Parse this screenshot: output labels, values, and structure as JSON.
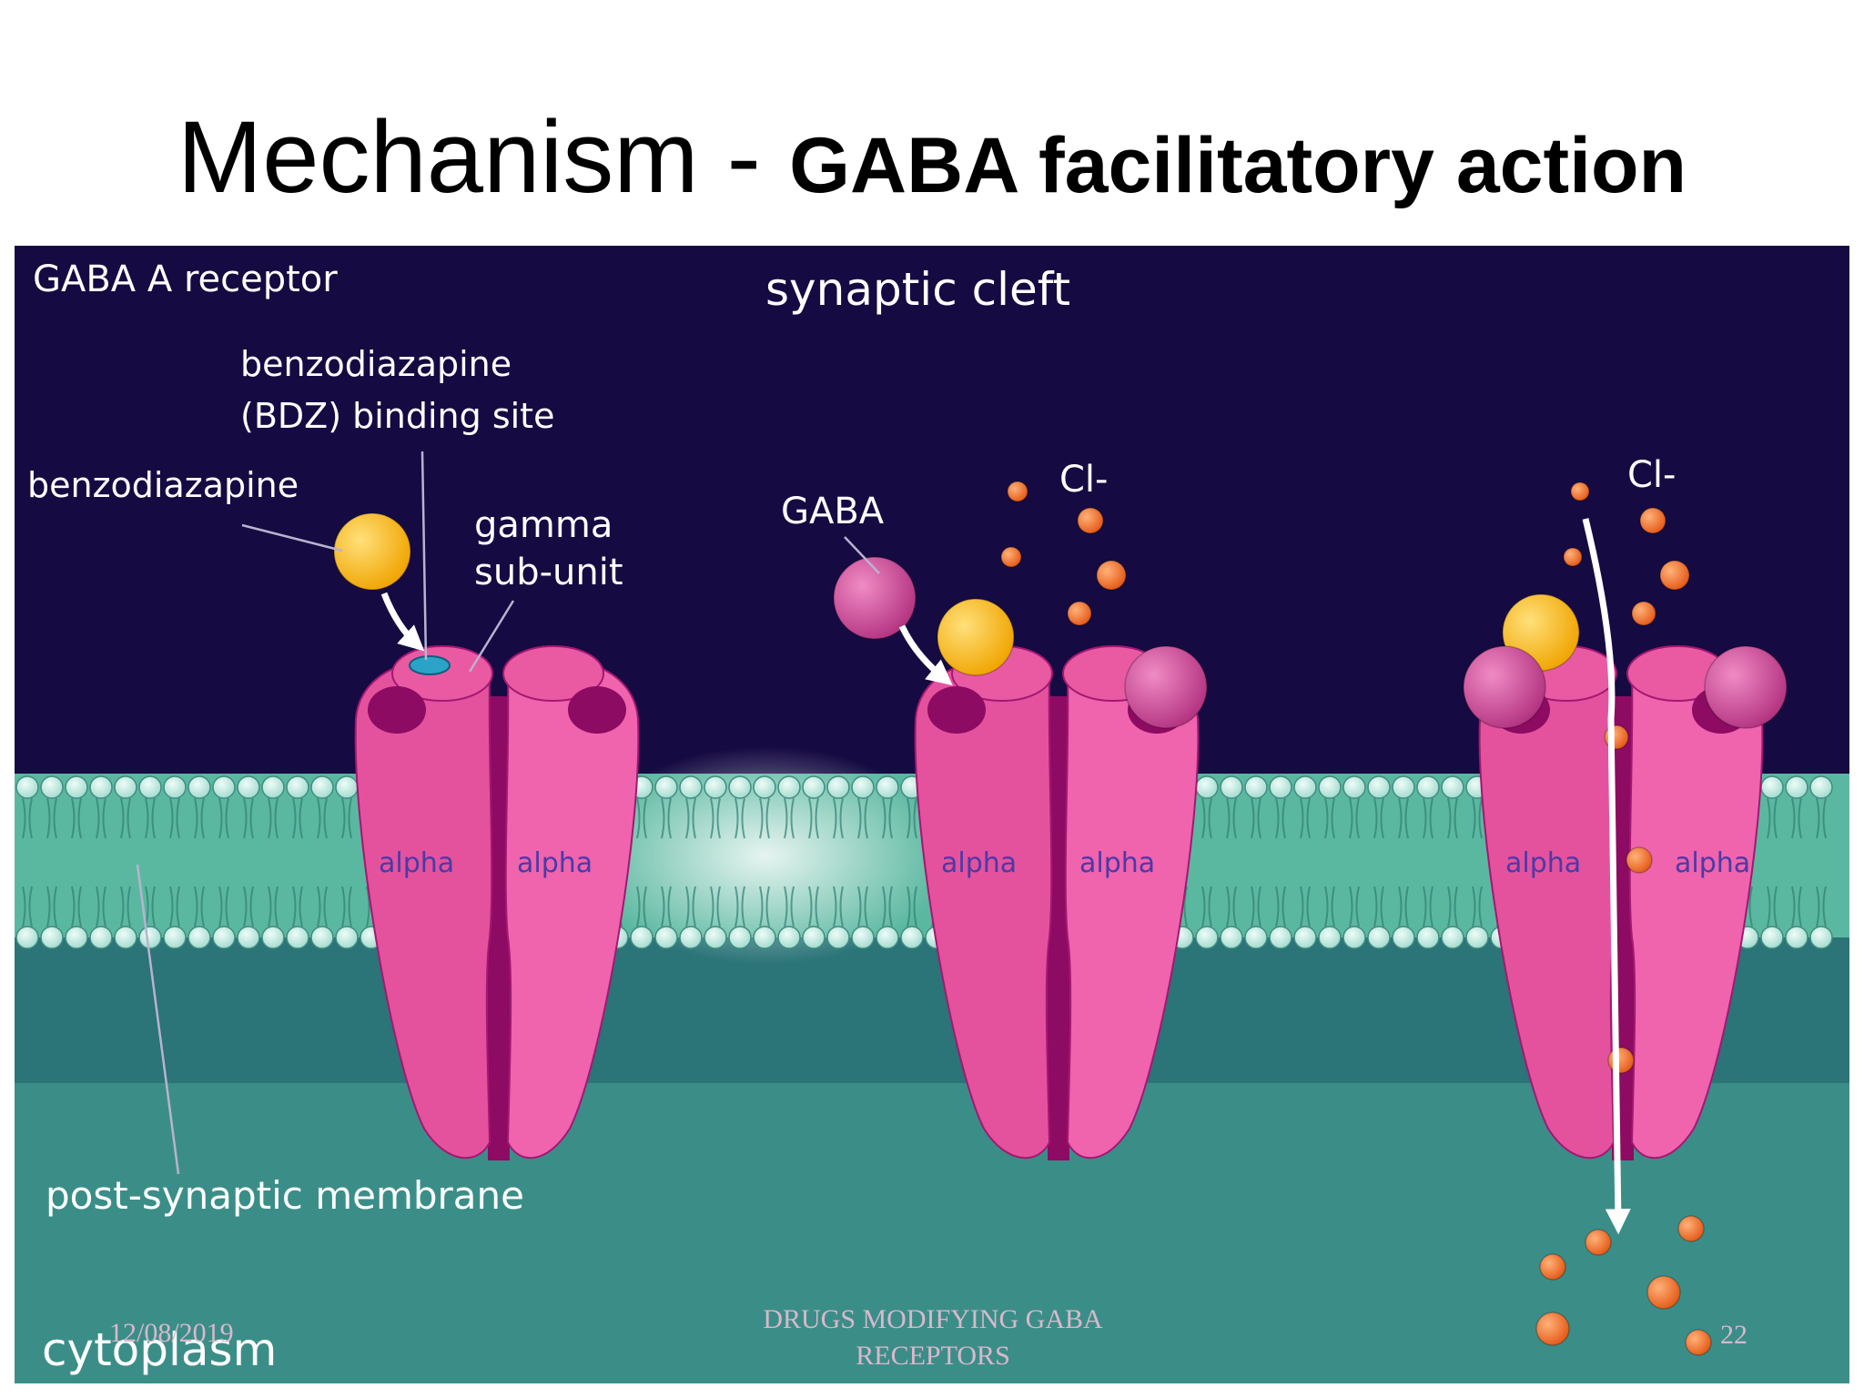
{
  "slide": {
    "title_main": "Mechanism - ",
    "title_sub": "GABA facilitatory action"
  },
  "labels": {
    "receptor": "GABA A receptor",
    "cleft": "synaptic cleft",
    "bdz_site": [
      "benzodiazapine",
      "(BDZ) binding site"
    ],
    "benzo": "benzodiazapine",
    "gamma": [
      "gamma",
      "sub-unit"
    ],
    "gaba": "GABA",
    "cl_1": "Cl-",
    "cl_2": "Cl-",
    "alpha": "alpha",
    "membrane": "post-synaptic membrane",
    "cytoplasm": "cytoplasm"
  },
  "footer": {
    "date": "12/08/2019",
    "center": [
      "DRUGS MODIFYING GABA",
      "RECEPTORS"
    ],
    "page": "22"
  },
  "colors": {
    "cleft": "#16093f",
    "membrane": "#5bb8a0",
    "cytoplasm": "#3a8a86",
    "receptor": "#e4529d",
    "receptor_dark": "#8d0b63",
    "benzo": "#f7b51e",
    "gaba": "#c9468f",
    "chloride": "#ee6a2c",
    "bdz_site": "#2aa3c7"
  }
}
